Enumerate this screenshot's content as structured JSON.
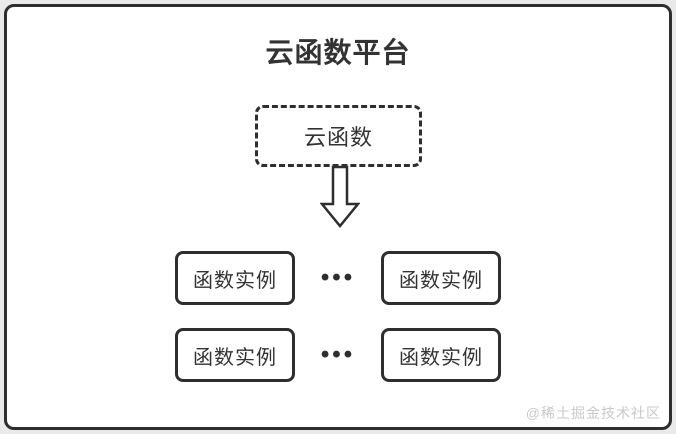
{
  "diagram": {
    "title": "云函数平台",
    "root_node_label": "云函数",
    "arrow_icon": "hollow-down-arrow",
    "ellipsis": "•••",
    "instance_rows": [
      {
        "left_label": "函数实例",
        "right_label": "函数实例"
      },
      {
        "left_label": "函数实例",
        "right_label": "函数实例"
      }
    ],
    "watermark": "@稀土掘金技术社区",
    "colors": {
      "stroke": "#2e2e2e",
      "text": "#333333",
      "panel_background": "#ffffff",
      "outer_background": "#e9e9e9",
      "watermark_text": "#c9c9c9"
    }
  }
}
